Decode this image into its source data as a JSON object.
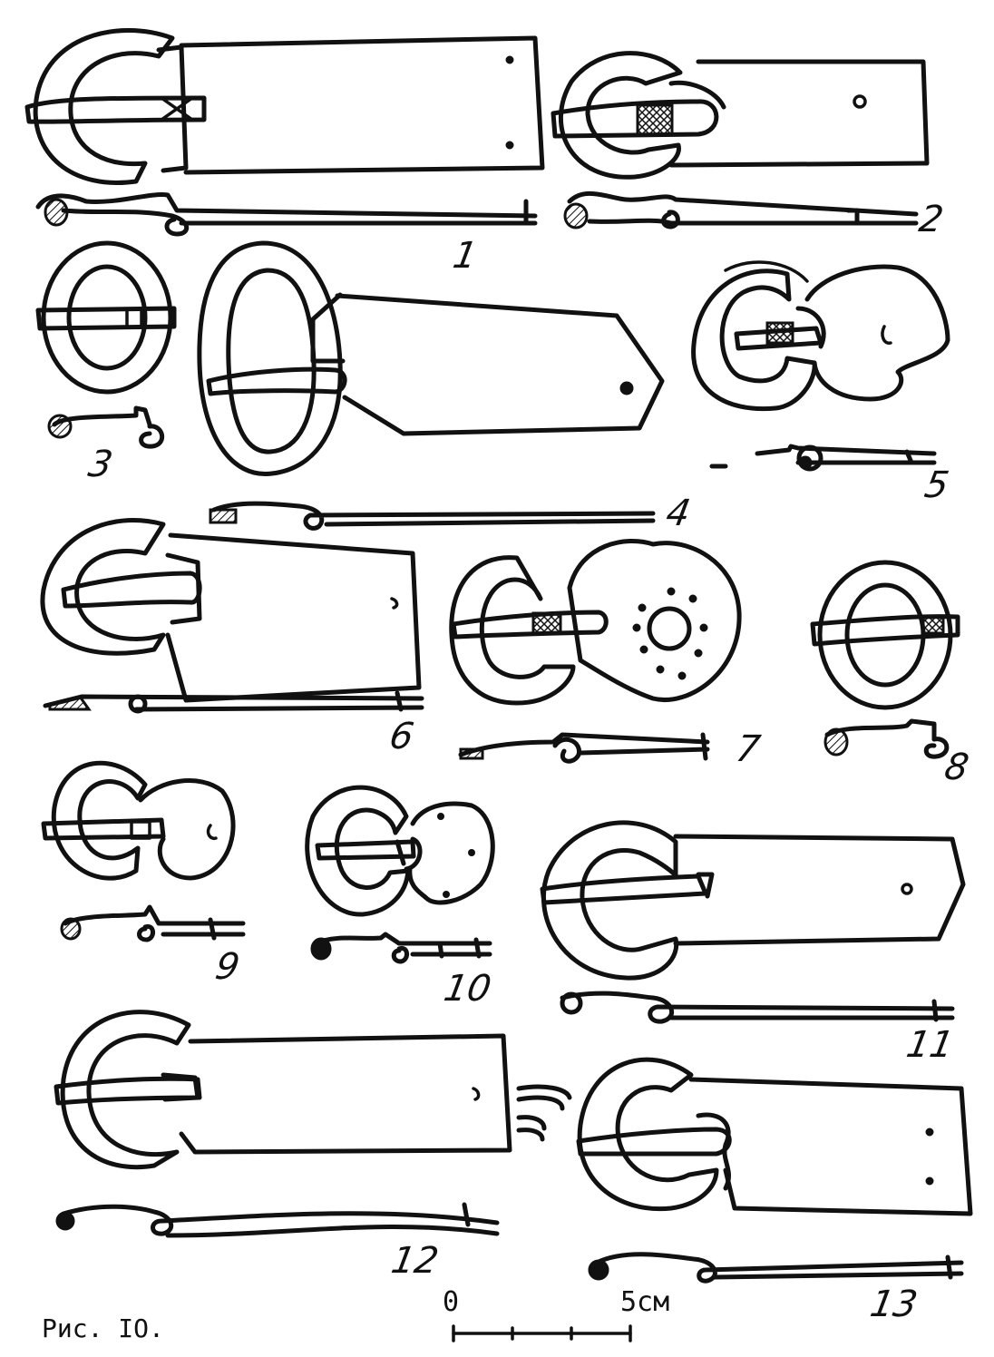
{
  "figure": {
    "caption": "Рис. IO.",
    "scale": {
      "start_label": "0",
      "end_label": "5см"
    },
    "items": [
      {
        "number": "1"
      },
      {
        "number": "2"
      },
      {
        "number": "3"
      },
      {
        "number": "4"
      },
      {
        "number": "5"
      },
      {
        "number": "6"
      },
      {
        "number": "7"
      },
      {
        "number": "8"
      },
      {
        "number": "9"
      },
      {
        "number": "10"
      },
      {
        "number": "11"
      },
      {
        "number": "12"
      },
      {
        "number": "13"
      }
    ]
  }
}
